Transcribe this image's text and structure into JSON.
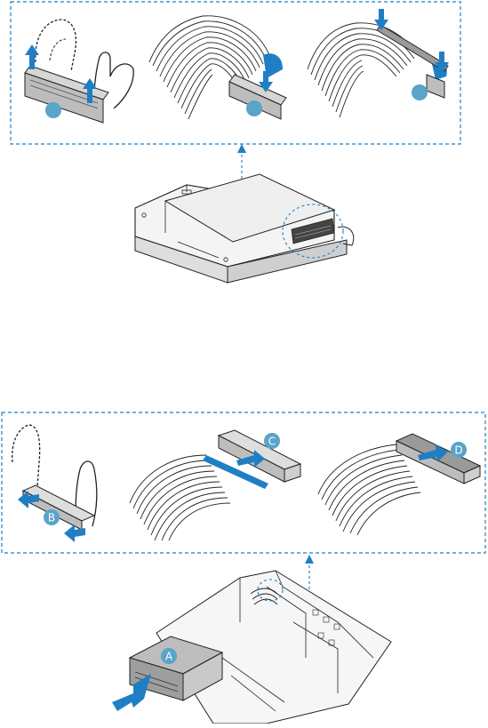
{
  "labels": {
    "step_a": "A",
    "step_b": "B",
    "step_c": "C",
    "step_d": "D"
  },
  "colors": {
    "accent": "#1f7fc4",
    "accent_dark": "#0b5fa0",
    "badge": "#5aa3c9",
    "line": "#222222",
    "panel_fill": "#e8e8e8",
    "drive_fill": "#c9c9c9"
  },
  "icons": [
    "hand-icon",
    "arrow-up-icon",
    "arrow-down-icon",
    "arrow-left-icon",
    "arrow-right-icon",
    "ribbon-cable-icon",
    "connector-icon",
    "optical-drive-icon",
    "chassis-icon"
  ]
}
